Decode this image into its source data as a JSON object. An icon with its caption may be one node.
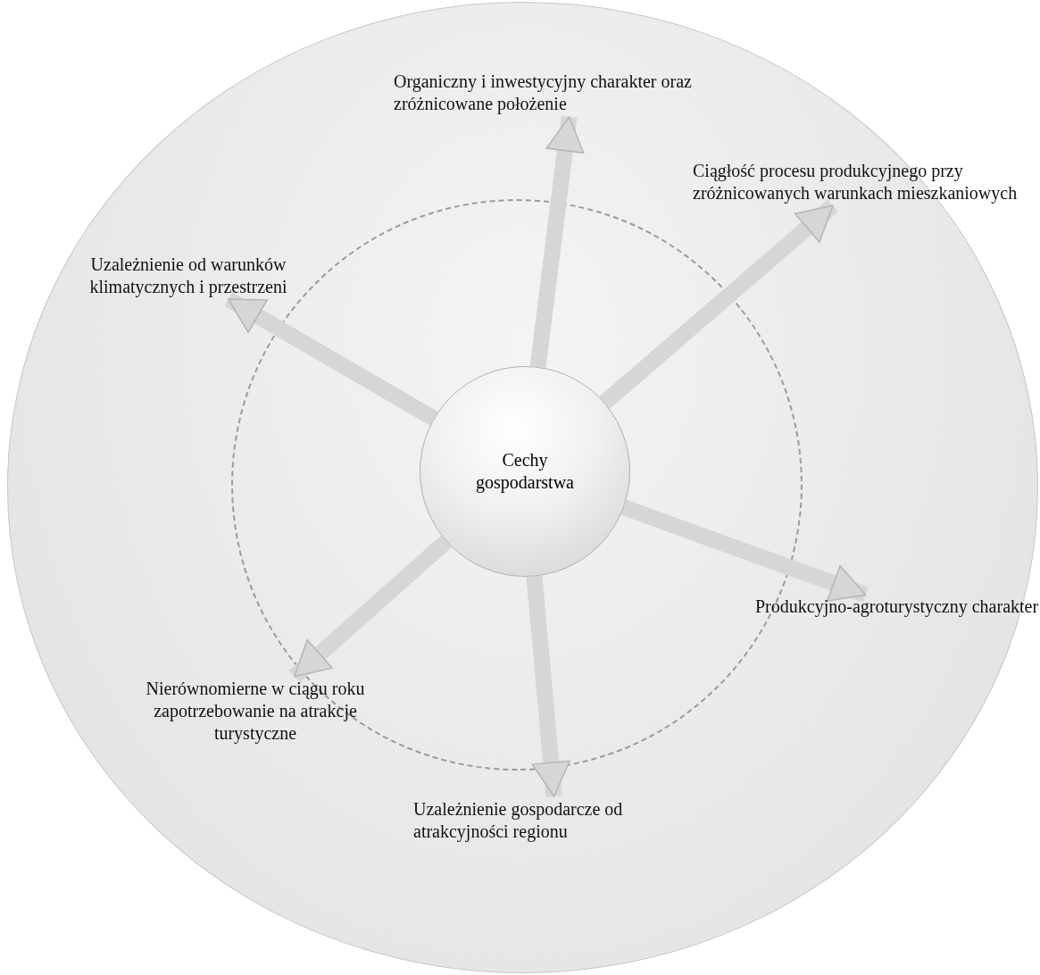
{
  "diagram": {
    "nodes": [
      {
        "text": [],
        "shape": "circle"
      },
      {
        "text": [
          "Organiczny i inwestycyjny charakter oraz zróżnicowane położenie"
        ],
        "in": 0
      },
      {
        "text": [
          "Ciągłość procesu produkcyjnego przy zróżnicowanych warunkach mieszkaniowych"
        ],
        "in": 0
      },
      {
        "text": [
          "Uzależnienie od warunków klimatycznych i przestrzeni"
        ],
        "in": 0
      },
      {
        "text": [],
        "shape": "circle",
        "in": 0
      },
      {
        "text": [
          "Cechy gospodarstwa"
        ],
        "in": 4
      },
      {
        "text": [
          "Produkcyjno-agroturystyczny charakter"
        ],
        "in": 0
      },
      {
        "text": [
          "Nierównomierne w ciągu roku zapotrzebowanie na atrakcje turystyczne"
        ],
        "in": 0
      },
      {
        "text": [
          "Uzależnienie gospodarcze od atrakcyjności regionu"
        ],
        "in": 0
      }
    ],
    "edges": [
      {
        "from": 5,
        "to": 1,
        "arrow": "to"
      },
      {
        "from": 5,
        "to": 2,
        "arrow": "to"
      },
      {
        "from": 5,
        "to": 3,
        "arrow": "to"
      },
      {
        "from": 5,
        "to": 6,
        "arrow": "to"
      },
      {
        "from": 5,
        "to": 7,
        "arrow": "to"
      },
      {
        "from": 5,
        "to": 8,
        "arrow": "to"
      }
    ]
  }
}
